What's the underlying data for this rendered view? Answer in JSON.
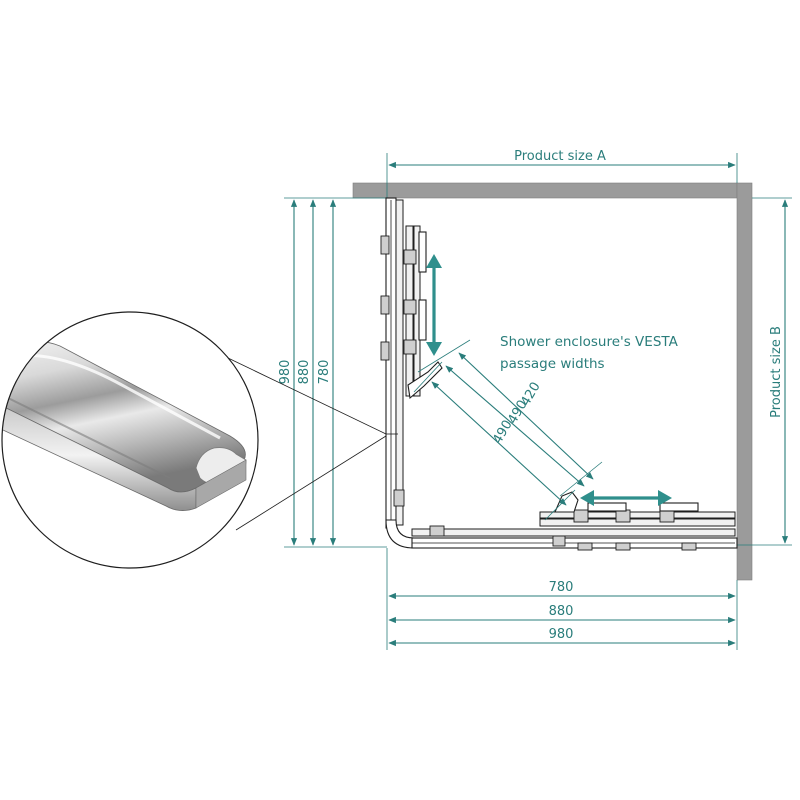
{
  "labels": {
    "product_size_a": "Product size A",
    "product_size_b": "Product size B",
    "passage_line1": "Shower enclosure's VESTA",
    "passage_line2": "passage widths"
  },
  "horizontal_sizes": [
    "780",
    "880",
    "980"
  ],
  "vertical_sizes": [
    "980",
    "880",
    "780"
  ],
  "passage_widths": [
    "420",
    "490",
    "490"
  ],
  "colors": {
    "dimension": "#2a7d7b",
    "arrow": "#2f8f8c",
    "wall": "#9b9b9b",
    "line": "#1e1e1e"
  }
}
